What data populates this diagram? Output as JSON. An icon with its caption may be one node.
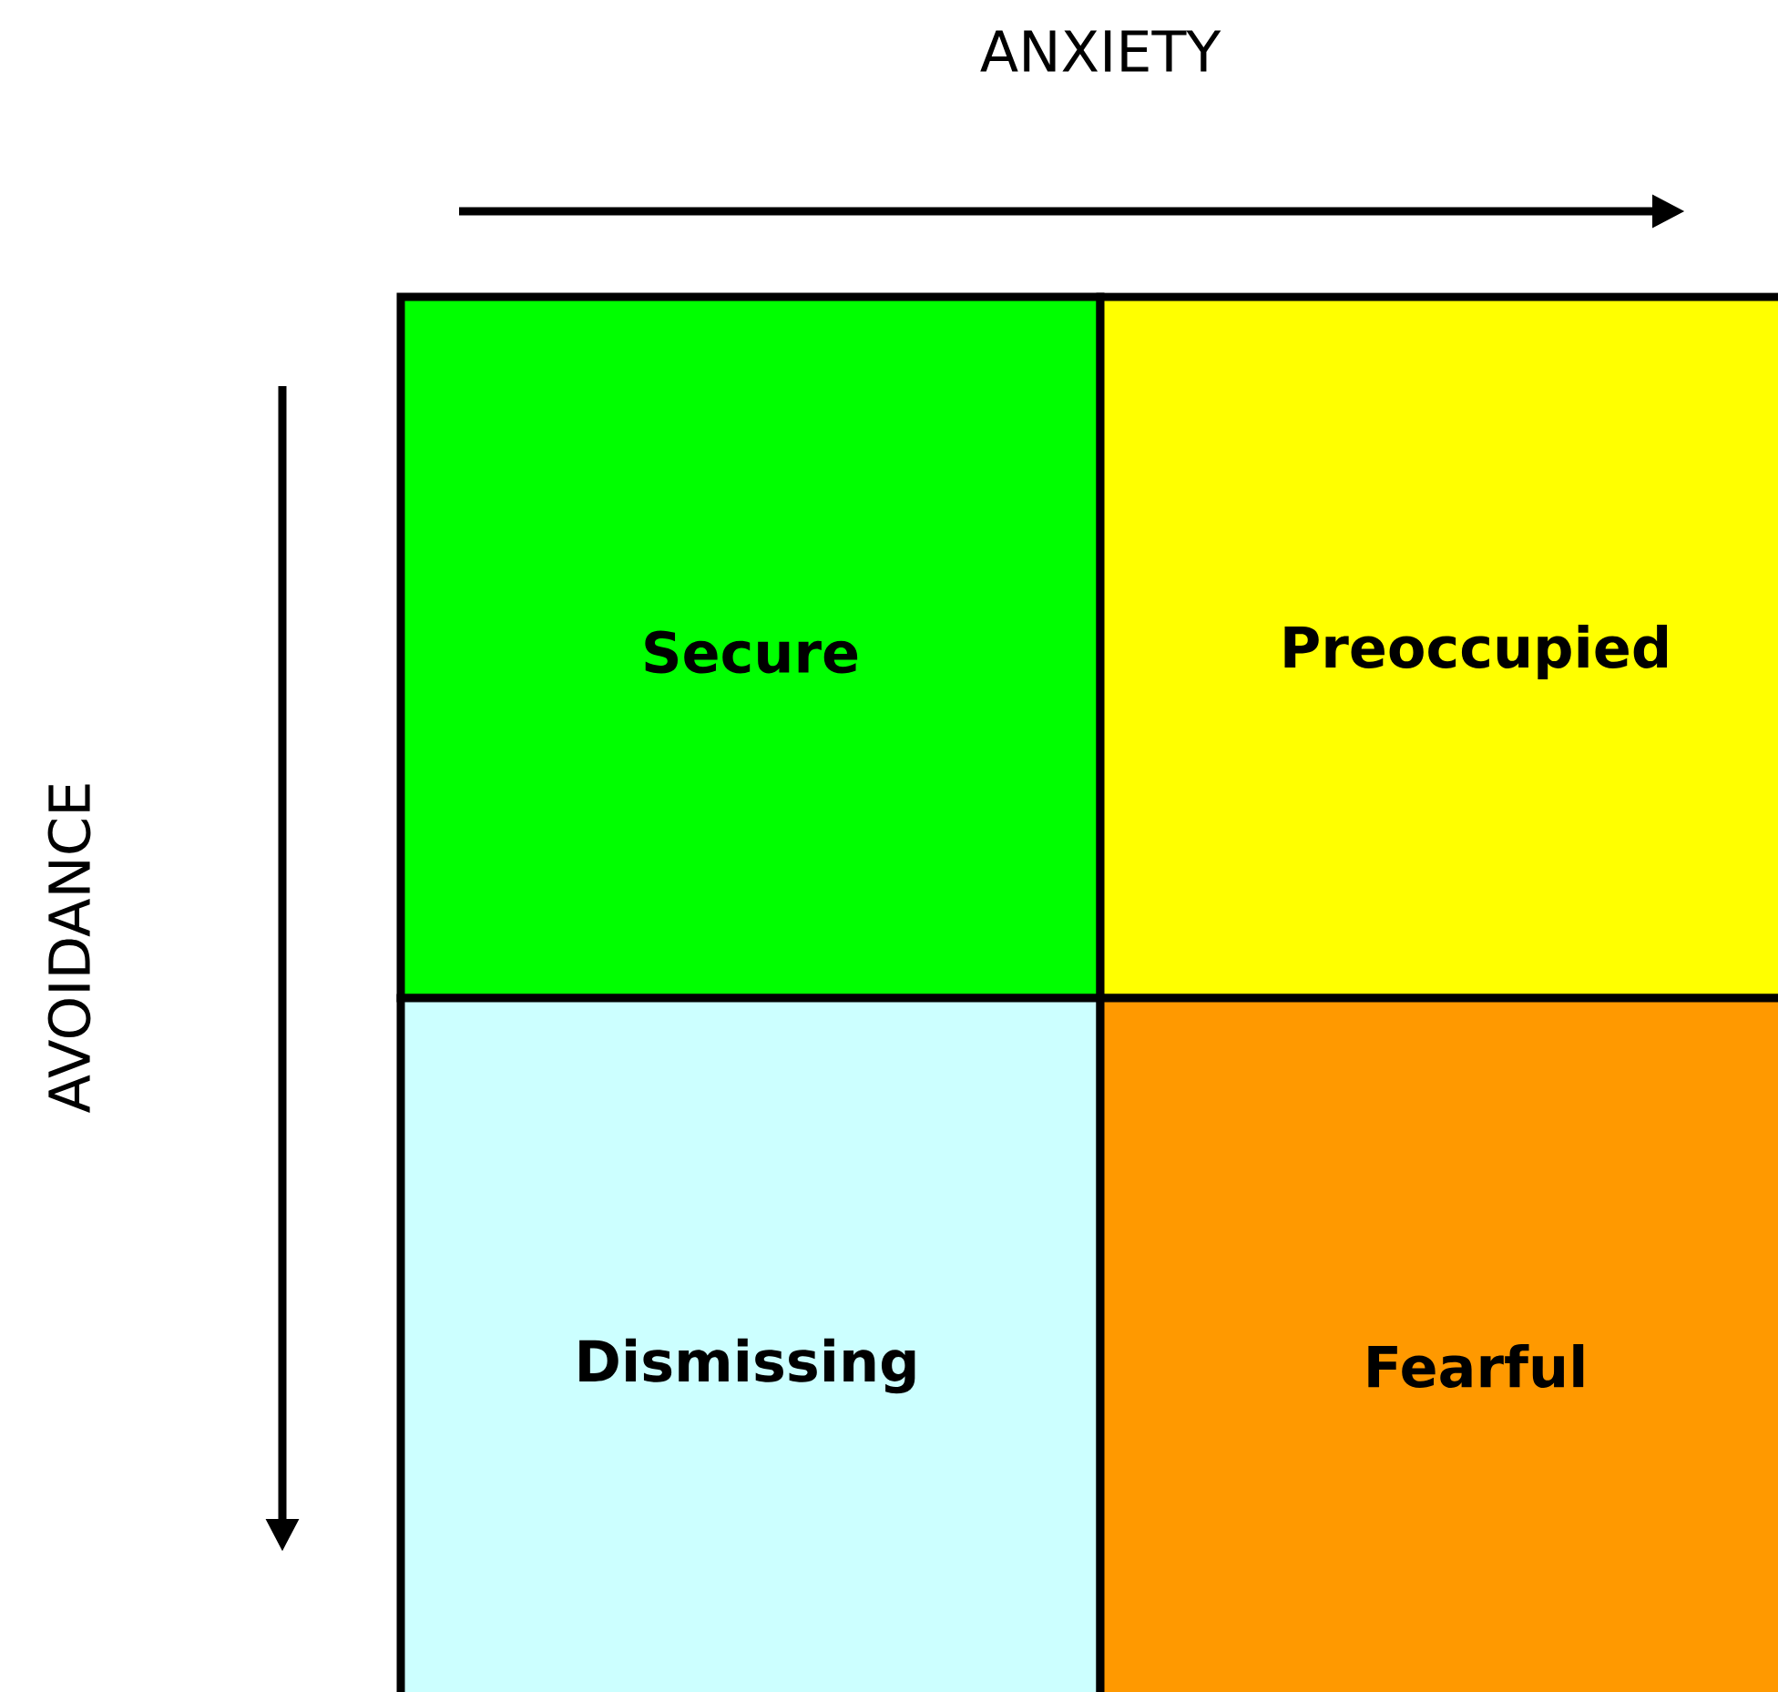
{
  "diagram": {
    "nodes": [
      {
        "text": [
          "Secure"
        ]
      },
      {
        "text": [
          "Preoccupied"
        ]
      },
      {
        "text": [
          "Dismissing"
        ]
      },
      {
        "text": [
          "Fearful"
        ]
      }
    ],
    "labels": [
      "ANXIETY",
      "AVOIDANCE"
    ]
  }
}
